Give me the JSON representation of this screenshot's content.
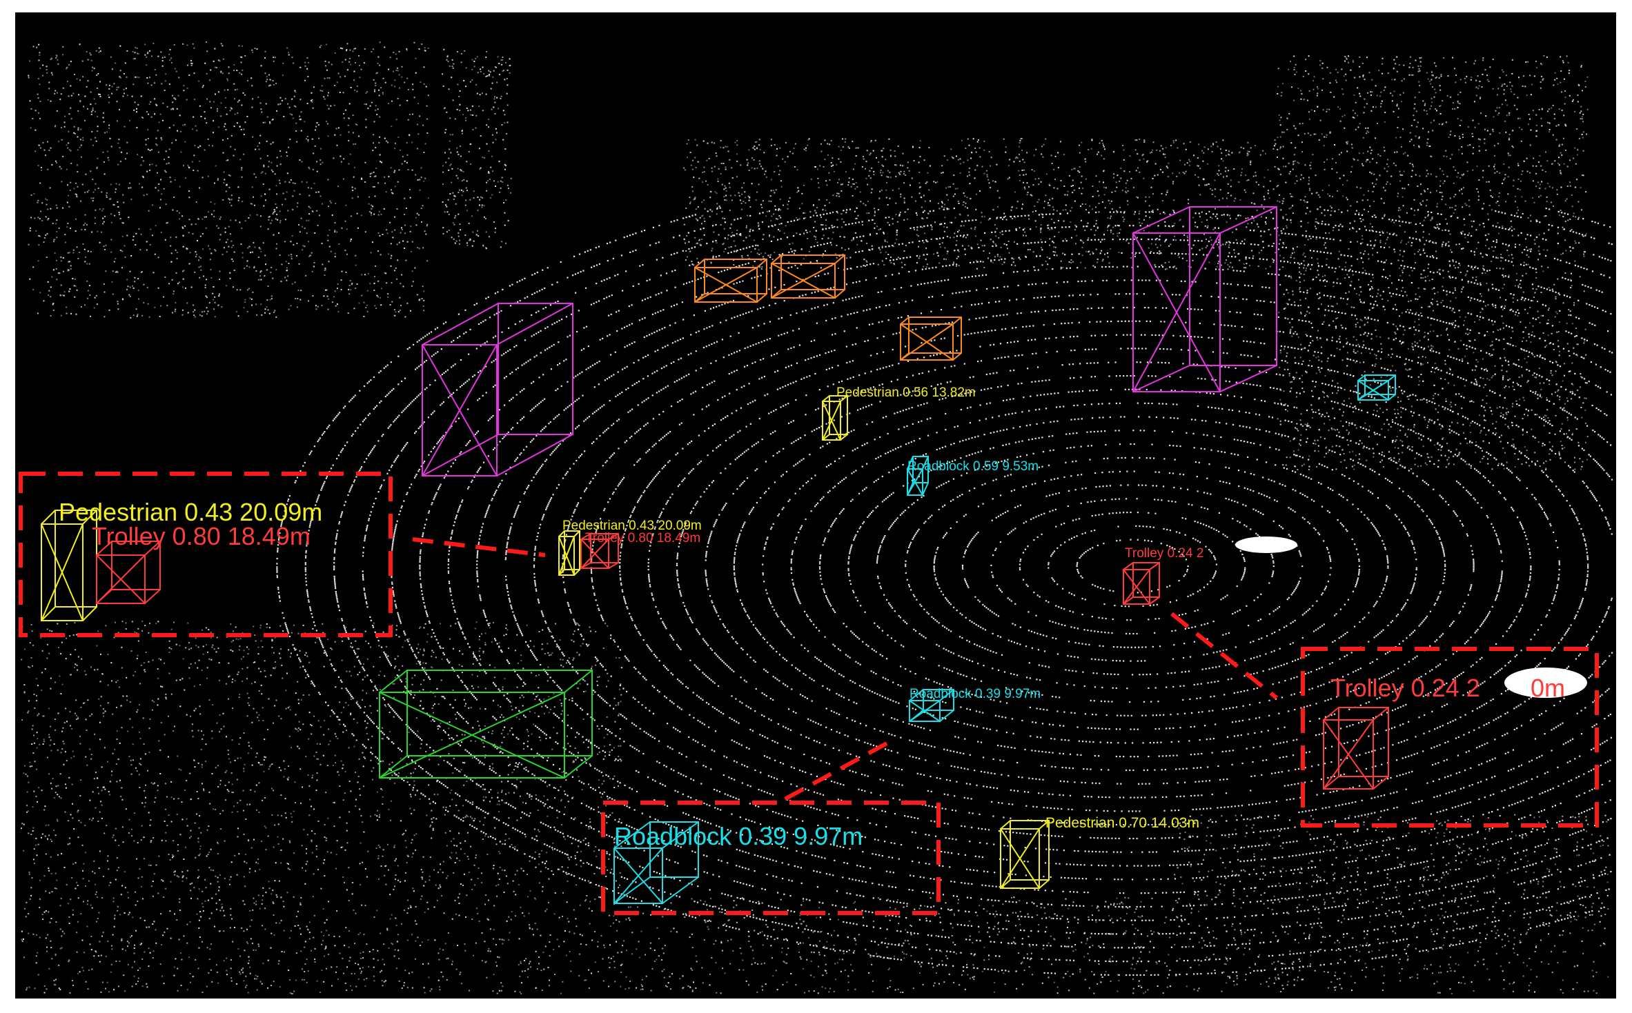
{
  "colors": {
    "background": "#000000",
    "points": "#e8e8e8",
    "pedestrian": "#f2ef1a",
    "trolley": "#ff3b3b",
    "roadblock": "#19e0e8",
    "engineering": "#e535e0",
    "orange_class": "#ff8a1c",
    "green_class": "#27d82a",
    "highlight": "#ff1a1a"
  },
  "icons": {
    "point_cloud": "lidar-point-cloud",
    "box": "3d-wireframe-box",
    "callout": "dashed-zoom-frame"
  },
  "labels": {
    "pedestrian_far": "Pedestrian 0.56 13.82m",
    "pedestrian_zoom": "Pedestrian 0.43 20.09m",
    "trolley_zoom": "Trolley 0.80 18.49m",
    "pedestrian_near": "Pedestrian 0.70 14.03m",
    "roadblock_mid": "Roadblock 0.59 9.53m",
    "roadblock_zoom": "Roadblock 0.39 9.97m",
    "trolley_right": "Trolley 0.24 2",
    "trolley_right_zoom": "Trolley 0.24 2",
    "trolley_right_zoom_tail": "0m"
  }
}
